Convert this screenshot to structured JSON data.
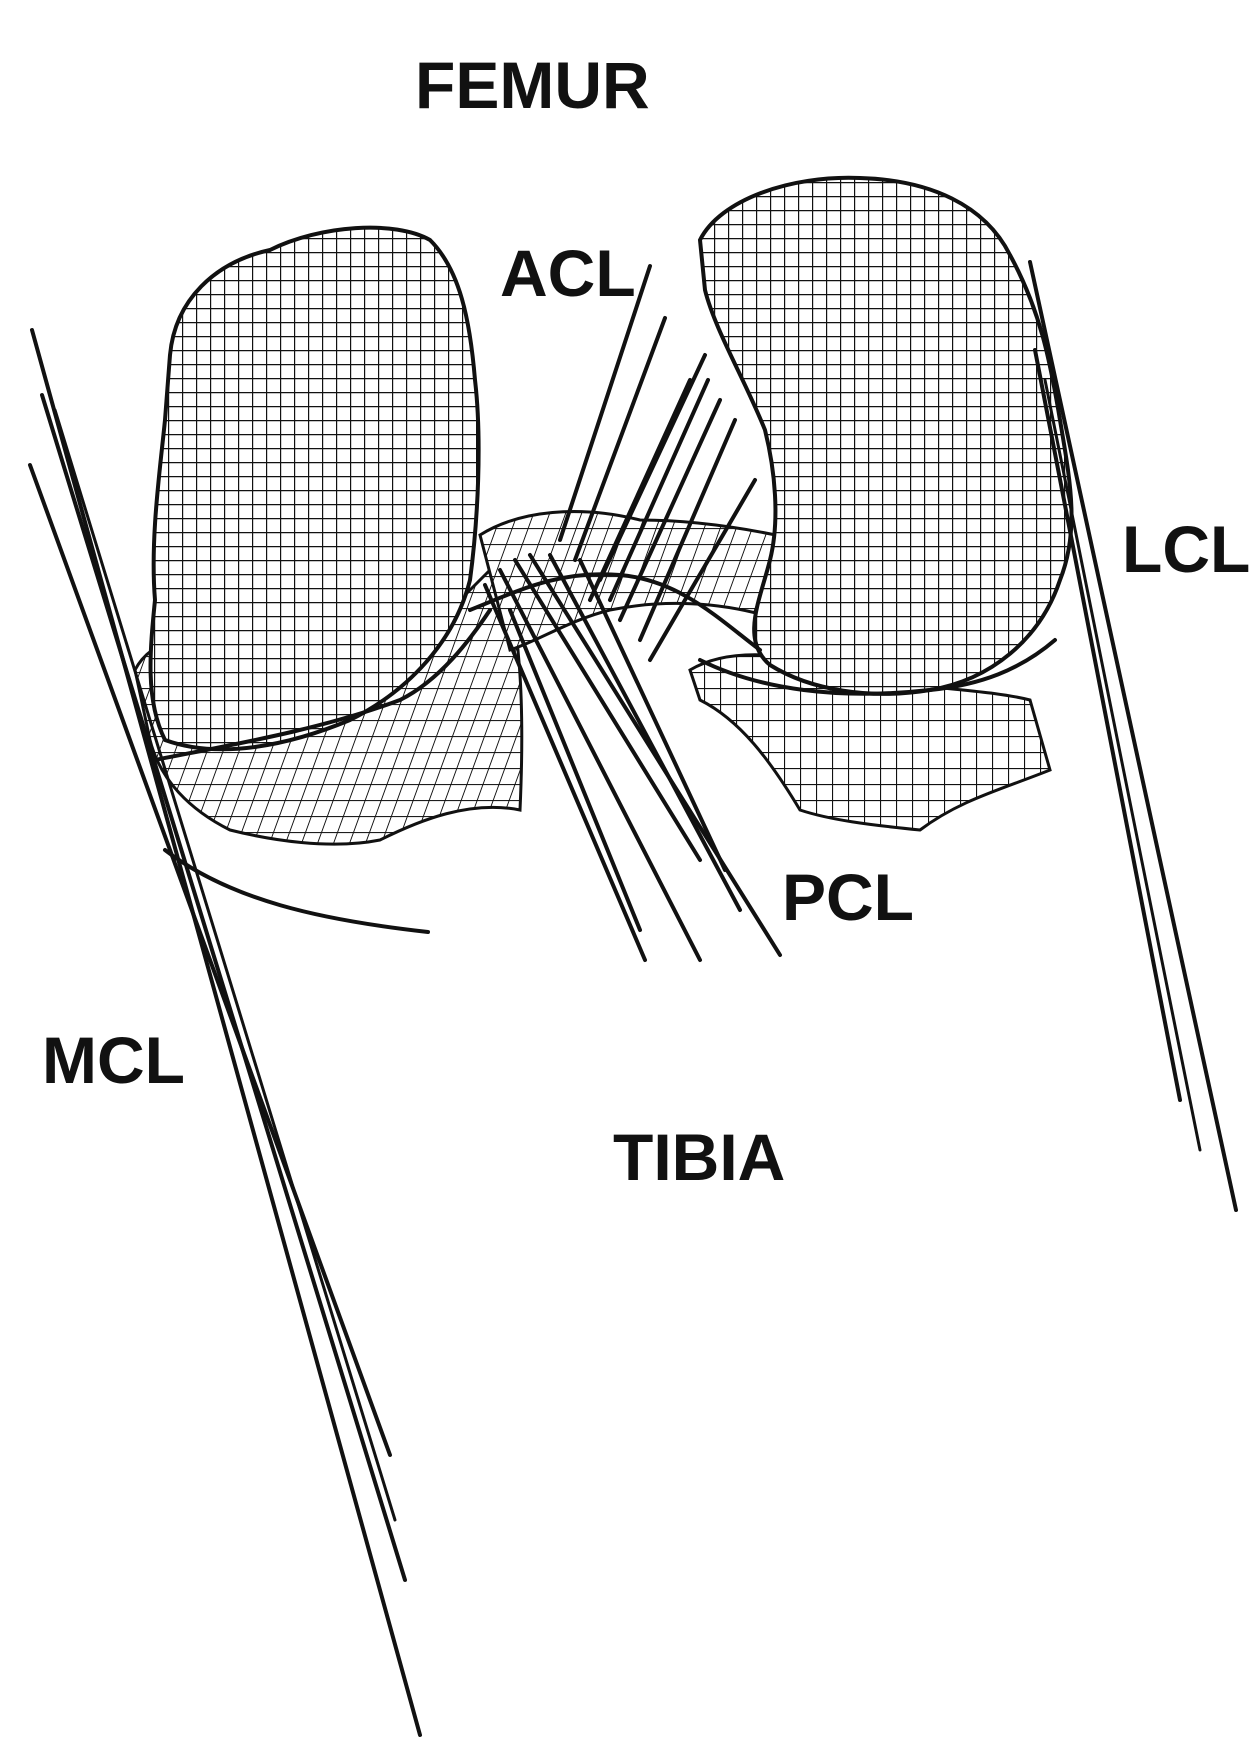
{
  "labels": {
    "femur": "FEMUR",
    "tibia": "TIBIA",
    "acl": "ACL",
    "pcl": "PCL",
    "mcl": "MCL",
    "lcl": "LCL"
  },
  "colors": {
    "ink": "#111111",
    "background": "#ffffff"
  }
}
